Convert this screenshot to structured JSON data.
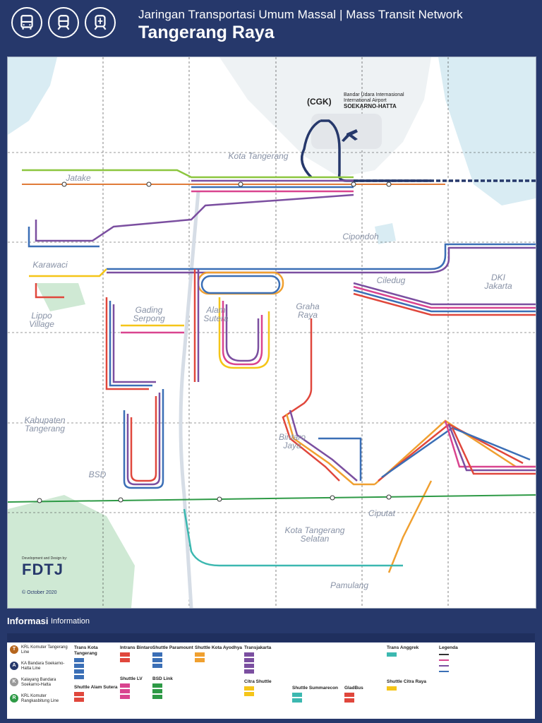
{
  "header": {
    "title": "Jaringan Transportasi Umum Massal | Mass Transit Network",
    "subtitle": "Tangerang Raya",
    "icons": [
      "bus-icon",
      "train-icon",
      "airport-train-icon"
    ]
  },
  "map": {
    "areas": {
      "kota_tangerang": "Kota Tangerang",
      "jatake": "Jatake",
      "karawaci": "Karawaci",
      "lippo": "Lippo Village",
      "gading": "Gading Serpong",
      "alam": "Alam Sutera",
      "graha": "Graha Raya",
      "ciledug": "Ciledug",
      "cipondoh": "Cipondoh",
      "dki": "DKI Jakarta",
      "kabupaten": "Kabupaten Tangerang",
      "bsd": "BSD",
      "bintaro": "Bintaro Jaya",
      "selatan": "Kota Tangerang Selatan",
      "ciputat": "Ciputat",
      "pamulang": "Pamulang"
    },
    "airport": {
      "code": "(CGK)",
      "line1": "Bandar Udara Internasional",
      "line2": "International Airport",
      "line3": "SOEKARNO-HATTA"
    },
    "credits": {
      "developed": "Development and Design by:",
      "logo": "FDTJ",
      "date": "© October 2020"
    }
  },
  "info": {
    "title": "Informasi",
    "subtitle": "Information"
  },
  "legend": {
    "krl": [
      {
        "code": "T",
        "name": "KRL Komuter Tangerang Line",
        "color": "#b5651d"
      },
      {
        "code": "A",
        "name": "KA Bandara Soekarno-Hatta Line",
        "color": "#26386b"
      },
      {
        "code": "K",
        "name": "Kalayang Bandara Soekarno-Hatta",
        "color": "#9a9a9a"
      },
      {
        "code": "R",
        "name": "KRL Komuter Rangkasbitung Line",
        "color": "#2e9a46"
      }
    ],
    "groups": [
      "Trans Kota Tangerang",
      "Intrans Bintaro",
      "Shuttle Paramount",
      "Shuttle Kota Ayodhya",
      "Transjakarta",
      "Trans Anggrek",
      "Shuttle Alam Sutera",
      "Shuttle LV",
      "BSD Link",
      "Citra Shuttle",
      "Shuttle Summarecon",
      "GladBus",
      "Shuttle Citra Raya",
      "Legenda"
    ]
  },
  "colors": {
    "navy": "#26386b",
    "green": "#8cc63f",
    "orange": "#f0a030",
    "red": "#e0473c",
    "purple": "#7b4fa0",
    "blue": "#3b6fb6",
    "teal": "#3cb8b0",
    "pink": "#d9448f",
    "yellow": "#f5c518"
  }
}
